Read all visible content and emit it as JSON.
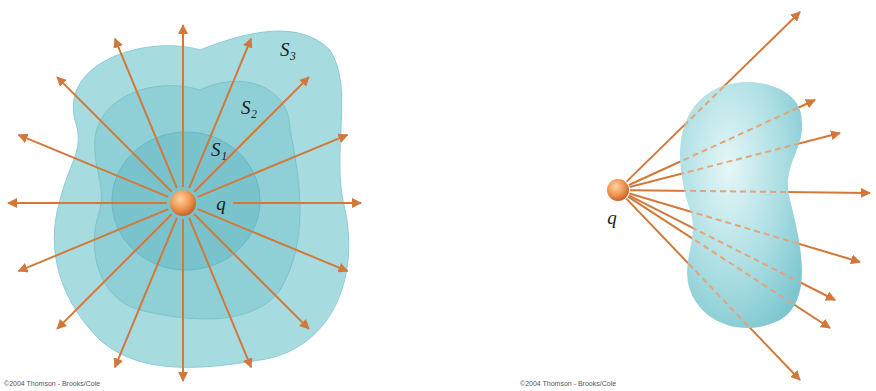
{
  "diagram": {
    "labels": [
      "S₃",
      "S₂",
      "S₁",
      "q",
      "q",
      "©2004 Thomson - Brooks/Cole",
      "©2004 Thomson - Brooks/Cole"
    ]
  }
}
